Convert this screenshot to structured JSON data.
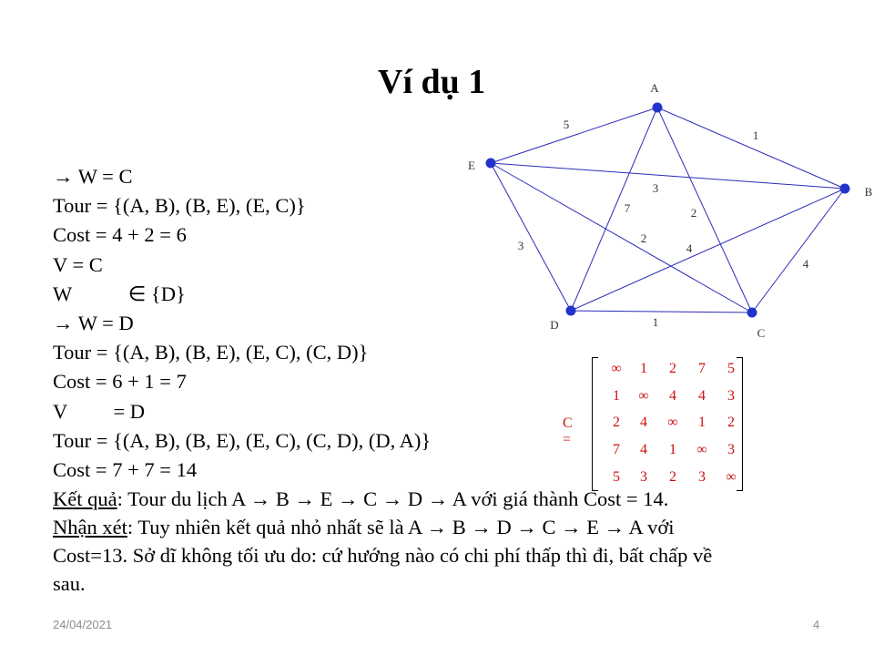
{
  "slide": {
    "title": "Ví dụ 1",
    "lines": [
      "→ W = C",
      "Tour = {(A, B), (B, E), (E, C)}",
      "Cost = 4 + 2 = 6",
      "V = C",
      "W           ∈ {D}",
      "→ W = D",
      "Tour = {(A, B), (B, E), (E, C), (C, D)}",
      "Cost = 6 + 1 = 7",
      "V         = D",
      "Tour = {(A, B), (B, E), (E, C), (C, D), (D, A)}",
      "Cost = 7 + 7 = 14"
    ],
    "result_label": "Kết quả",
    "result_text": ": Tour du lịch  A → B → E → C → D → A với giá thành Cost = 14.",
    "remark_label": "Nhận xét",
    "remark_text": ": Tuy nhiên kết quả nhỏ nhất sẽ là A → B → D → C → E → A với",
    "remark_line2": "Cost=13. Sở dĩ không tối ưu do: cứ hướng nào có chi phí thấp thì đi, bất chấp về",
    "remark_line3": "sau.",
    "date": "24/04/2021",
    "page_number": "4"
  },
  "graph": {
    "vertices": [
      {
        "name": "A",
        "label": "A"
      },
      {
        "name": "B",
        "label": "B"
      },
      {
        "name": "C",
        "label": "C"
      },
      {
        "name": "D",
        "label": "D"
      },
      {
        "name": "E",
        "label": "E"
      }
    ],
    "edges": [
      {
        "from": "E",
        "to": "A",
        "weight": "5"
      },
      {
        "from": "A",
        "to": "B",
        "weight": "1"
      },
      {
        "from": "E",
        "to": "B",
        "weight": "3"
      },
      {
        "from": "A",
        "to": "D",
        "weight": "7"
      },
      {
        "from": "A",
        "to": "C",
        "weight": "2"
      },
      {
        "from": "E",
        "to": "C",
        "weight": "2"
      },
      {
        "from": "D",
        "to": "B",
        "weight": "4"
      },
      {
        "from": "E",
        "to": "D",
        "weight": "3"
      },
      {
        "from": "B",
        "to": "C",
        "weight": "4"
      },
      {
        "from": "D",
        "to": "C",
        "weight": "1"
      }
    ],
    "edge_color": "#2b2bb8",
    "vertex_color": "#2233cc"
  },
  "matrix": {
    "label": "C =",
    "rows": [
      [
        "∞",
        "1",
        "2",
        "7",
        "5"
      ],
      [
        "1",
        "∞",
        "4",
        "4",
        "3"
      ],
      [
        "2",
        "4",
        "∞",
        "1",
        "2"
      ],
      [
        "7",
        "4",
        "1",
        "∞",
        "3"
      ],
      [
        "5",
        "3",
        "2",
        "3",
        "∞"
      ]
    ],
    "color": "#cc1010"
  }
}
